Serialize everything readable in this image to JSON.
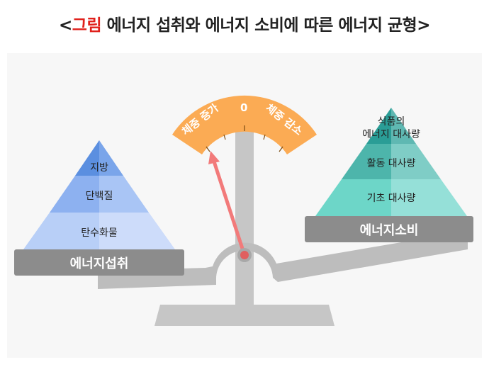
{
  "title": {
    "open": "<",
    "highlight": "그림",
    "text": " 에너지 섭취와 에너지 소비에 따른 에너지 균형",
    "close": ">"
  },
  "gauge": {
    "left": "체중 증가",
    "center": "0",
    "right": "체중 감소"
  },
  "intake": {
    "label": "에너지섭취",
    "layers": [
      "지방",
      "단백질",
      "탄수화물"
    ]
  },
  "expenditure": {
    "label": "에너지소비",
    "layers": [
      "식품의",
      "에너지 대사량",
      "활동 대사량",
      "기초 대사량"
    ]
  },
  "colors": {
    "gauge": "#fbab54",
    "needle": "#f27a7a",
    "pan": "#8c8c8c",
    "scale": "#c6c6c6",
    "title_highlight": "#e0201b"
  }
}
